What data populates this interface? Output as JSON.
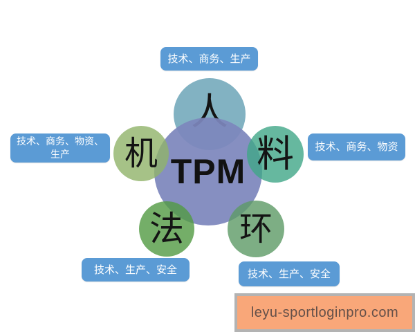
{
  "diagram": {
    "center": {
      "text": "TPM"
    },
    "nodes": {
      "person": {
        "char": "人",
        "factors": "技术、商务、生产"
      },
      "machine": {
        "char": "机",
        "factors": "技术、商务、物资、\n生产"
      },
      "material": {
        "char": "料",
        "factors": "技术、商务、物资"
      },
      "method": {
        "char": "法",
        "factors": "技术、生产、安全"
      },
      "environment": {
        "char": "环",
        "factors": "技术、生产、安全"
      }
    }
  },
  "watermark": {
    "text": "leyu-sportloginpro.com"
  },
  "colors": {
    "label-bg": "#5b9bd5",
    "label-text": "#ffffff",
    "person-circle": "#82b2c2",
    "center-circle": "#7d87bc",
    "machine-circle": "#90b369",
    "material-circle": "#40a687",
    "method-circle": "#519a42",
    "environment-circle": "#5c9a65",
    "char-text": "#141414",
    "watermark-bg": "#f9a779",
    "watermark-frame": "#b3b3b3",
    "watermark-text": "#645049"
  }
}
